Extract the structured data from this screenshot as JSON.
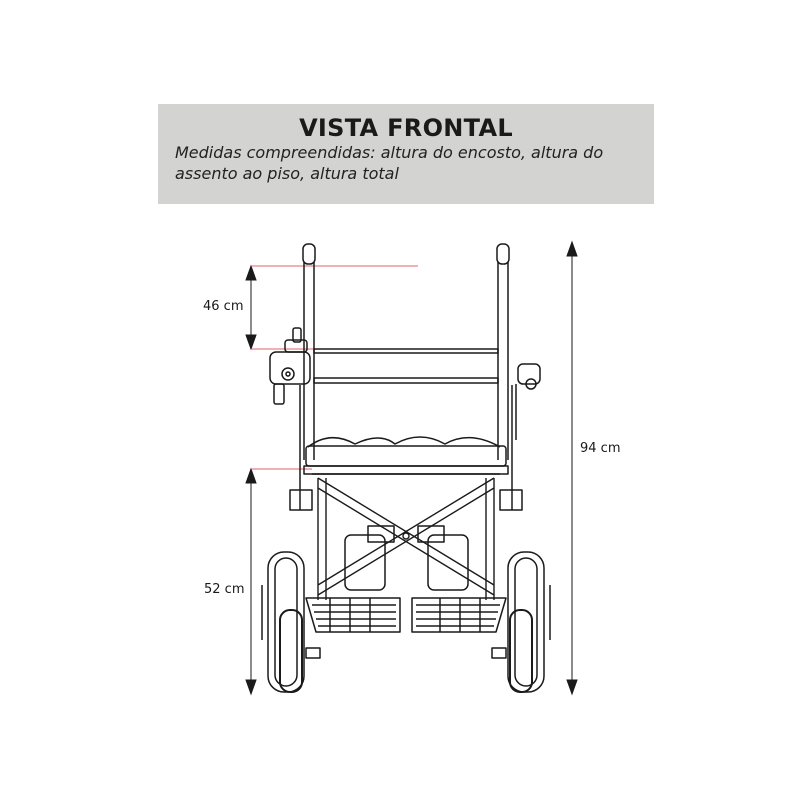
{
  "header": {
    "title": "VISTA FRONTAL",
    "subtitle": "Medidas compreendidas: altura do encosto, altura do assento ao piso, altura total"
  },
  "dimensions": {
    "backrest_height": "46 cm",
    "seat_height": "52 cm",
    "total_height": "94 cm"
  },
  "colors": {
    "background": "#ffffff",
    "header_bg": "#d3d3d1",
    "line": "#1a1a1a",
    "guide_line": "#e0606a"
  }
}
